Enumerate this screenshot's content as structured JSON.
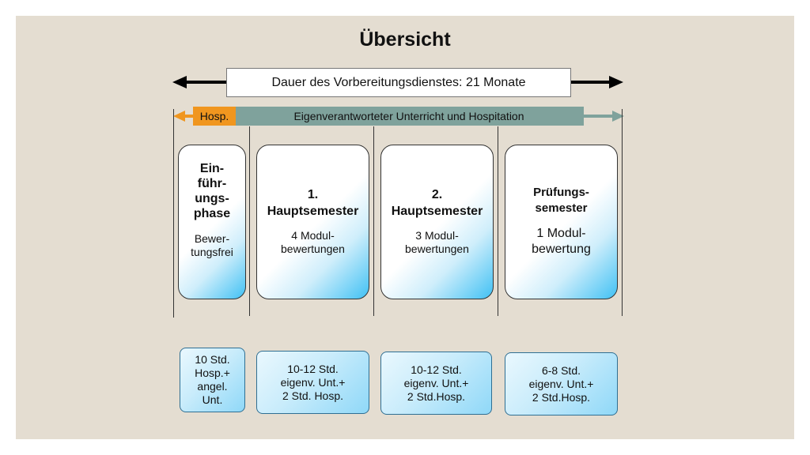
{
  "title": "Übersicht",
  "duration_label": "Dauer des Vorbereitungsdienstes: 21 Monate",
  "band": {
    "hosp_label": "Hosp.",
    "main_label": "Eigenverantworteter Unterricht und Hospitation"
  },
  "colors": {
    "background": "#e4ddd1",
    "band": "#7fa29c",
    "hosp": "#f0961f",
    "card_accent": "#41c1f4"
  },
  "phases": [
    {
      "head": [
        "Ein-",
        "führ-",
        "ungs-",
        "phase"
      ],
      "sub": [
        "Bewer-",
        "tungsfrei"
      ]
    },
    {
      "head": [
        "1.",
        "Hauptsemester"
      ],
      "sub": [
        "4 Modul-",
        "bewertungen"
      ]
    },
    {
      "head": [
        "2.",
        "Hauptsemester"
      ],
      "sub": [
        "3 Modul-",
        "bewertungen"
      ]
    },
    {
      "head": [
        "Prüfungs-",
        "semester"
      ],
      "sub": [
        "1 Modul-",
        "bewertung"
      ]
    }
  ],
  "hours": [
    [
      "10 Std.",
      "Hosp.+",
      "angel.",
      "Unt."
    ],
    [
      "10-12 Std.",
      "eigenv. Unt.+",
      "2 Std. Hosp."
    ],
    [
      "10-12 Std.",
      "eigenv. Unt.+",
      "2 Std.Hosp."
    ],
    [
      "6-8 Std.",
      "eigenv. Unt.+",
      "2 Std.Hosp."
    ]
  ]
}
